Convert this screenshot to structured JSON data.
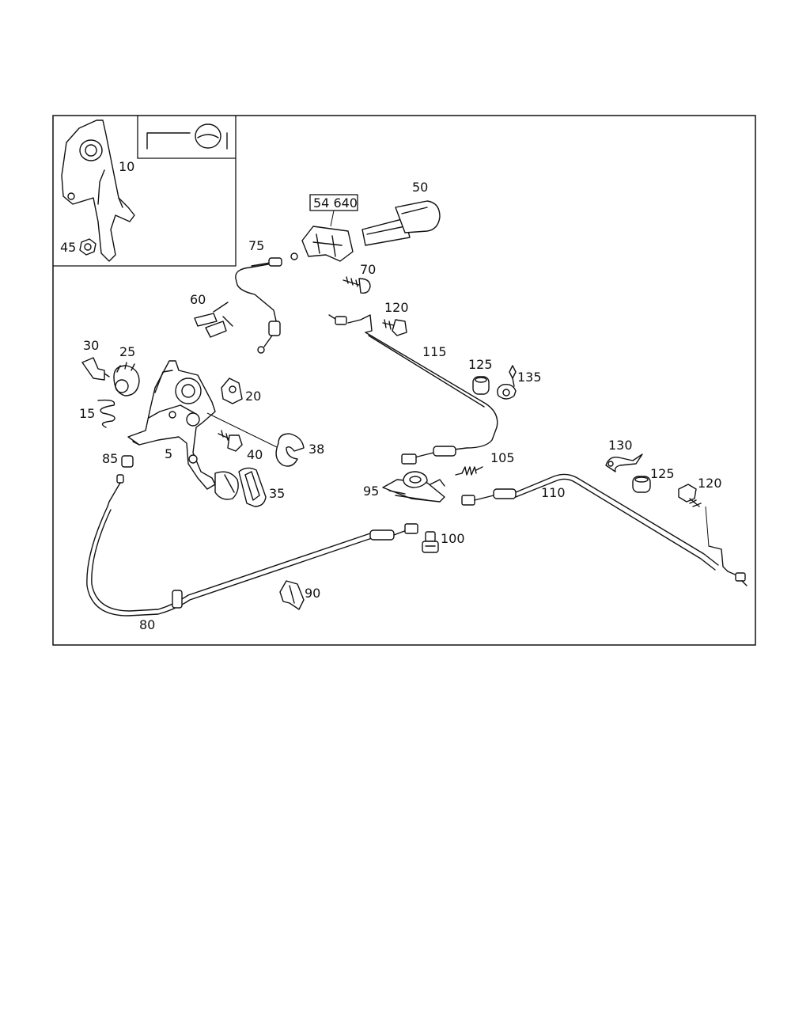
{
  "diagram": {
    "callout_labels": [
      {
        "id": "10",
        "text": "10"
      },
      {
        "id": "45",
        "text": "45"
      },
      {
        "id": "54640",
        "text": "54 640"
      },
      {
        "id": "50",
        "text": "50"
      },
      {
        "id": "75",
        "text": "75"
      },
      {
        "id": "70",
        "text": "70"
      },
      {
        "id": "60",
        "text": "60"
      },
      {
        "id": "120a",
        "text": "120"
      },
      {
        "id": "115",
        "text": "115"
      },
      {
        "id": "30",
        "text": "30"
      },
      {
        "id": "25",
        "text": "25"
      },
      {
        "id": "125a",
        "text": "125"
      },
      {
        "id": "135",
        "text": "135"
      },
      {
        "id": "20",
        "text": "20"
      },
      {
        "id": "15",
        "text": "15"
      },
      {
        "id": "38",
        "text": "38"
      },
      {
        "id": "5",
        "text": "5"
      },
      {
        "id": "40",
        "text": "40"
      },
      {
        "id": "85",
        "text": "85"
      },
      {
        "id": "130",
        "text": "130"
      },
      {
        "id": "105",
        "text": "105"
      },
      {
        "id": "125b",
        "text": "125"
      },
      {
        "id": "120b",
        "text": "120"
      },
      {
        "id": "35",
        "text": "35"
      },
      {
        "id": "95",
        "text": "95"
      },
      {
        "id": "110",
        "text": "110"
      },
      {
        "id": "100",
        "text": "100"
      },
      {
        "id": "90",
        "text": "90"
      },
      {
        "id": "80",
        "text": "80"
      }
    ]
  }
}
